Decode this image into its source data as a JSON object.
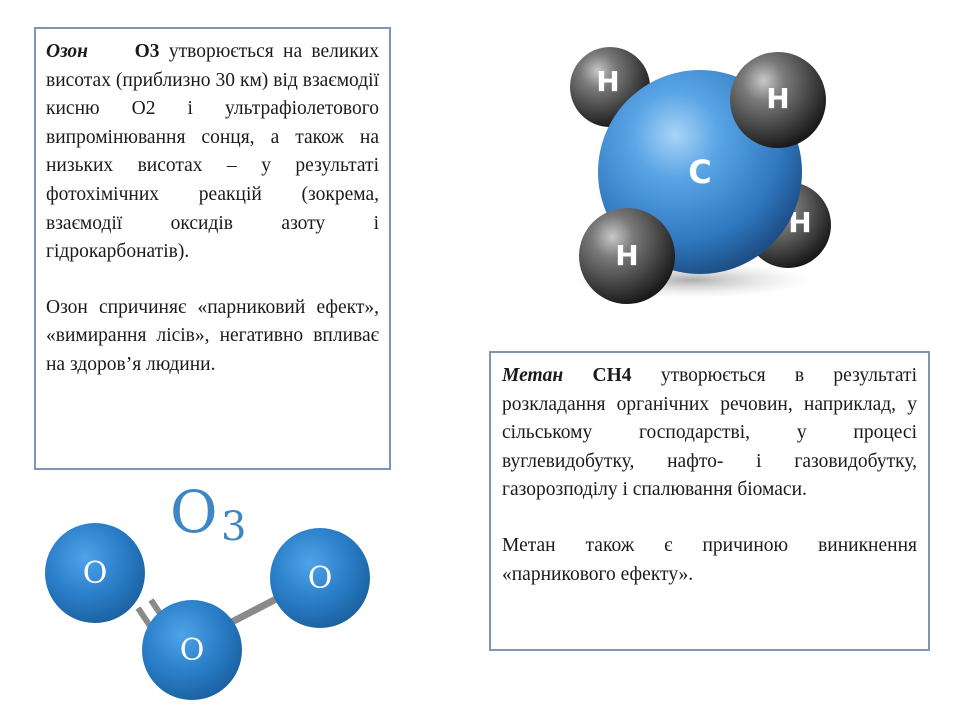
{
  "ozone_box": {
    "term": "Озон",
    "formula": "О3",
    "paragraph1_text": " утворюється на великих висотах (приблизно 30 км) від взаємодії кисню О2 і ультрафіолетового випромінювання сонця, а також на низьких висотах – у результаті фотохімічних реакцій (зокрема, взаємодії оксидів азоту і гідрокарбонатів).",
    "paragraph2": "Озон спричиняє «парниковий ефект», «вимирання лісів», негативно впливає на здоров’я людини."
  },
  "methane_box": {
    "term": "Метан",
    "formula": "СН4",
    "paragraph1_text": " утворюється в результаті розкладання органічних речовин, наприклад, у сільському господарстві, у процесі вуглевидобутку, нафто- і газовидобутку, газорозподілу і спалювання біомаси.",
    "paragraph2": "Метан також є причиною виникнення «парникового ефекту»."
  },
  "methane_model": {
    "center_label": "C",
    "h_label": "H",
    "carbon_color": "#3a87d1",
    "hydrogen_color": "#555555"
  },
  "ozone_model": {
    "formula_letter": "O",
    "formula_subscript": "3",
    "atom_label": "O",
    "oxygen_color": "#2a7ec8",
    "formula_color": "#3f86c4"
  }
}
